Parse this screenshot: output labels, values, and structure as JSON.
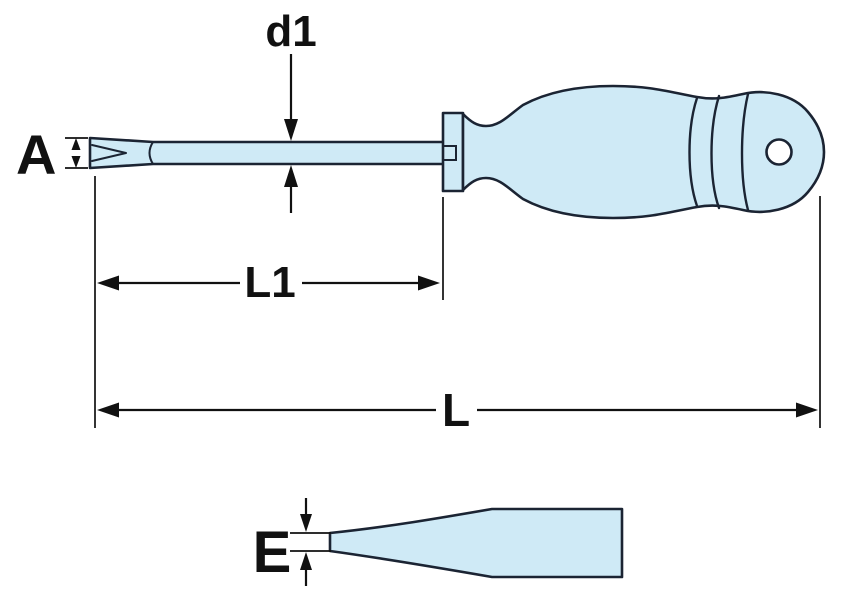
{
  "labels": {
    "tip_width": "A",
    "shaft_diameter": "d1",
    "blade_length": "L1",
    "total_length": "L",
    "tip_thickness": "E"
  },
  "colors": {
    "body_fill": "#cfeaf6",
    "outline": "#1b2433",
    "dimension": "#111111",
    "background": "#ffffff"
  }
}
